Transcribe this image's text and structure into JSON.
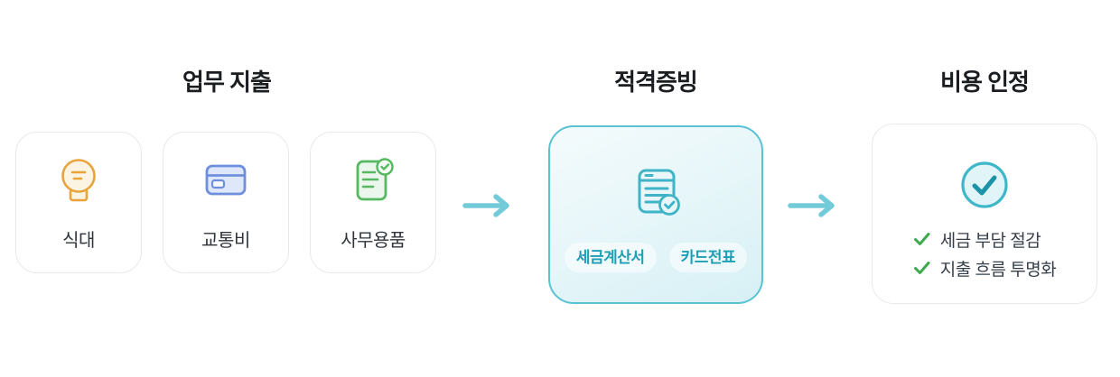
{
  "flow": {
    "steps": [
      {
        "title": "업무 지출",
        "cards": [
          {
            "label": "식대",
            "icon": "lightbulb-icon",
            "icon_color": "#e8a33b"
          },
          {
            "label": "교통비",
            "icon": "credit-card-icon",
            "icon_color": "#6e90dc"
          },
          {
            "label": "사무용품",
            "icon": "document-check-icon",
            "icon_color": "#57b862"
          }
        ]
      },
      {
        "title": "적격증빙",
        "icon": "receipt-check-icon",
        "icon_color": "#3fb4c7",
        "badges": [
          {
            "label": "세금계산서"
          },
          {
            "label": "카드전표"
          }
        ]
      },
      {
        "title": "비용 인정",
        "icon": "circle-check-icon",
        "icon_color": "#3eb7c9",
        "benefits": [
          {
            "label": "세금 부담 절감"
          },
          {
            "label": "지출 흐름 투명화"
          }
        ]
      }
    ],
    "arrow_icon": "arrow-right-icon",
    "colors": {
      "arrow": "#73cbd9",
      "accent_teal": "#59c3d3",
      "badge_text": "#1e9fb5",
      "check_green": "#3ca94c",
      "title_text": "#1b1d21",
      "card_label_text": "#30353d",
      "card_border": "#e7e9ee"
    }
  }
}
